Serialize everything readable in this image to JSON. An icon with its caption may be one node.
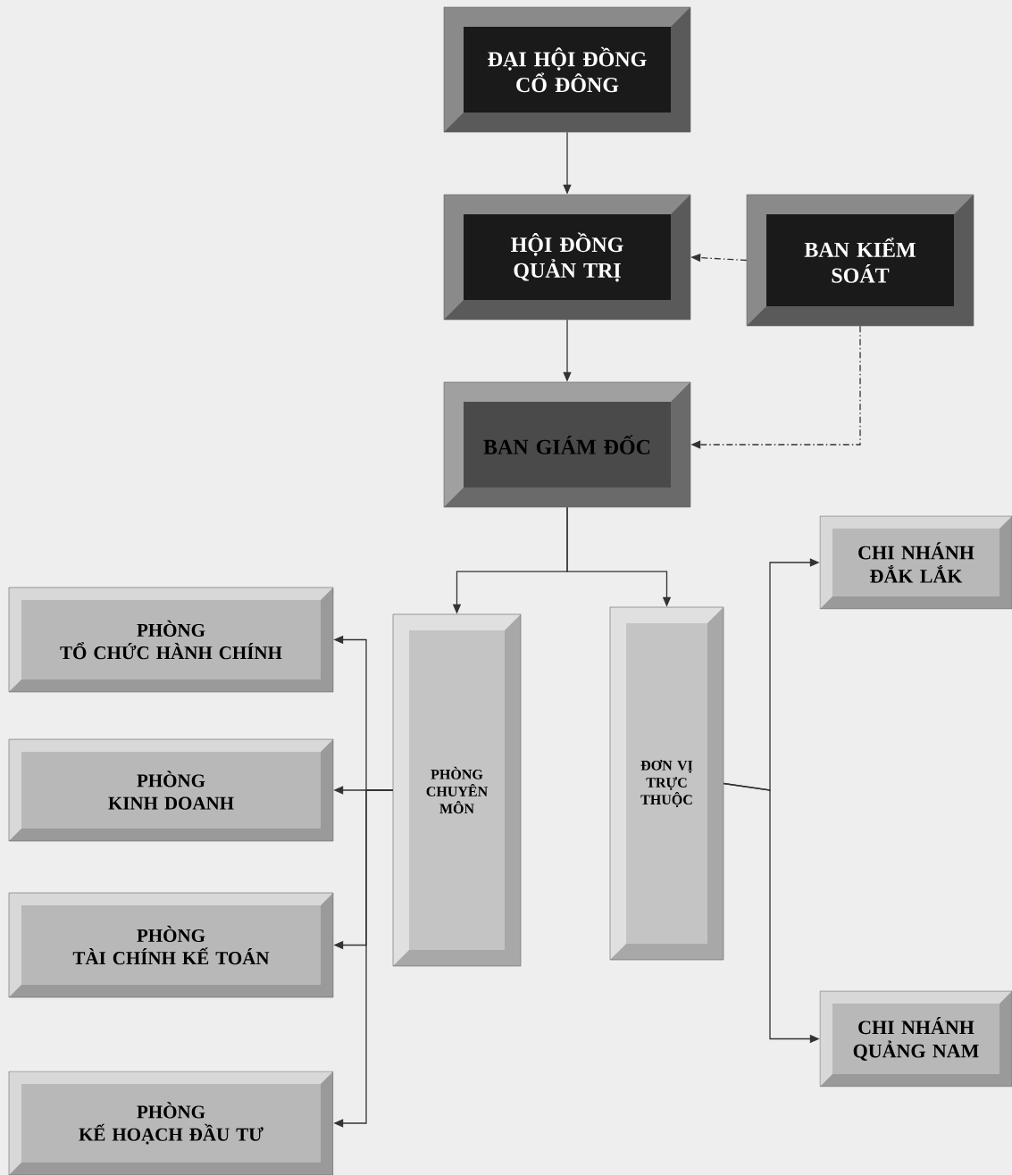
{
  "diagram": {
    "nodes": [
      {
        "text": [
          "ĐẠI HỘI ĐỒNG CỔ ĐÔNG"
        ]
      },
      {
        "text": [
          "HỘI ĐỒNG QUẢN TRỊ"
        ]
      },
      {
        "text": [
          "BAN KIỂM SOÁT"
        ]
      },
      {
        "text": [
          "BAN GIÁM ĐỐC"
        ]
      },
      {
        "text": [
          "PHÒNG CHUYÊN MÔN"
        ]
      },
      {
        "text": [
          "ĐƠN VỊ TRỰC THUỘC"
        ]
      },
      {
        "text": [
          "CHI NHÁNH ĐẮK LẮK"
        ]
      },
      {
        "text": [
          "CHI NHÁNH QUẢNG NAM"
        ]
      },
      {
        "text": [
          "PHÒNG",
          "TỔ CHỨC HÀNH CHÍNH"
        ]
      },
      {
        "text": [
          "PHÒNG",
          "KINH DOANH"
        ]
      },
      {
        "text": [
          "PHÒNG",
          "TÀI CHÍNH KẾ TOÁN"
        ]
      },
      {
        "text": [
          "PHÒNG",
          "KẾ HOẠCH ĐẦU TƯ"
        ]
      }
    ],
    "edges": [
      {
        "from": 0,
        "to": 1,
        "arrow": "to"
      },
      {
        "from": 2,
        "to": 1,
        "arrow": "to",
        "style": "dashed"
      },
      {
        "from": 1,
        "to": 3,
        "arrow": "to"
      },
      {
        "from": 2,
        "to": 3,
        "arrow": "to",
        "style": "dashed"
      },
      {
        "from": 3,
        "to": 4,
        "arrow": "to"
      },
      {
        "from": 3,
        "to": 5,
        "arrow": "to"
      },
      {
        "from": 4,
        "to": 8,
        "arrow": "to"
      },
      {
        "from": 4,
        "to": 9,
        "arrow": "to"
      },
      {
        "from": 4,
        "to": 10,
        "arrow": "to"
      },
      {
        "from": 4,
        "to": 11,
        "arrow": "to"
      },
      {
        "from": 5,
        "to": 6,
        "arrow": "to"
      },
      {
        "from": 5,
        "to": 7,
        "arrow": "to"
      }
    ]
  }
}
